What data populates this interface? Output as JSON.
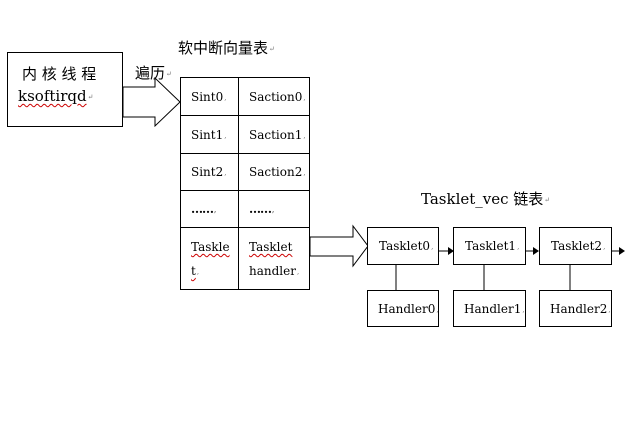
{
  "kernel_thread": {
    "line1": "内 核 线 程",
    "line2": "ksoftirqd"
  },
  "traverse_label": "遍历",
  "table_title": "软中断向量表",
  "table_rows": [
    {
      "left": "Sint0",
      "right": "Saction0"
    },
    {
      "left": "Sint1",
      "right": "Saction1"
    },
    {
      "left": "Sint2",
      "right": "Saction2"
    },
    {
      "left": "……",
      "right": "……"
    }
  ],
  "tasklet_row": {
    "left_line1": "Taskle",
    "left_line2": "t",
    "right_line1": "Tasklet",
    "right_line2": "handler"
  },
  "list_title": "Tasklet_vec 链表",
  "tasklets": [
    "Tasklet0",
    "Tasklet1",
    "Tasklet2"
  ],
  "handlers": [
    "Handler0",
    "Handler1",
    "Handler2"
  ],
  "para_mark": "↵"
}
